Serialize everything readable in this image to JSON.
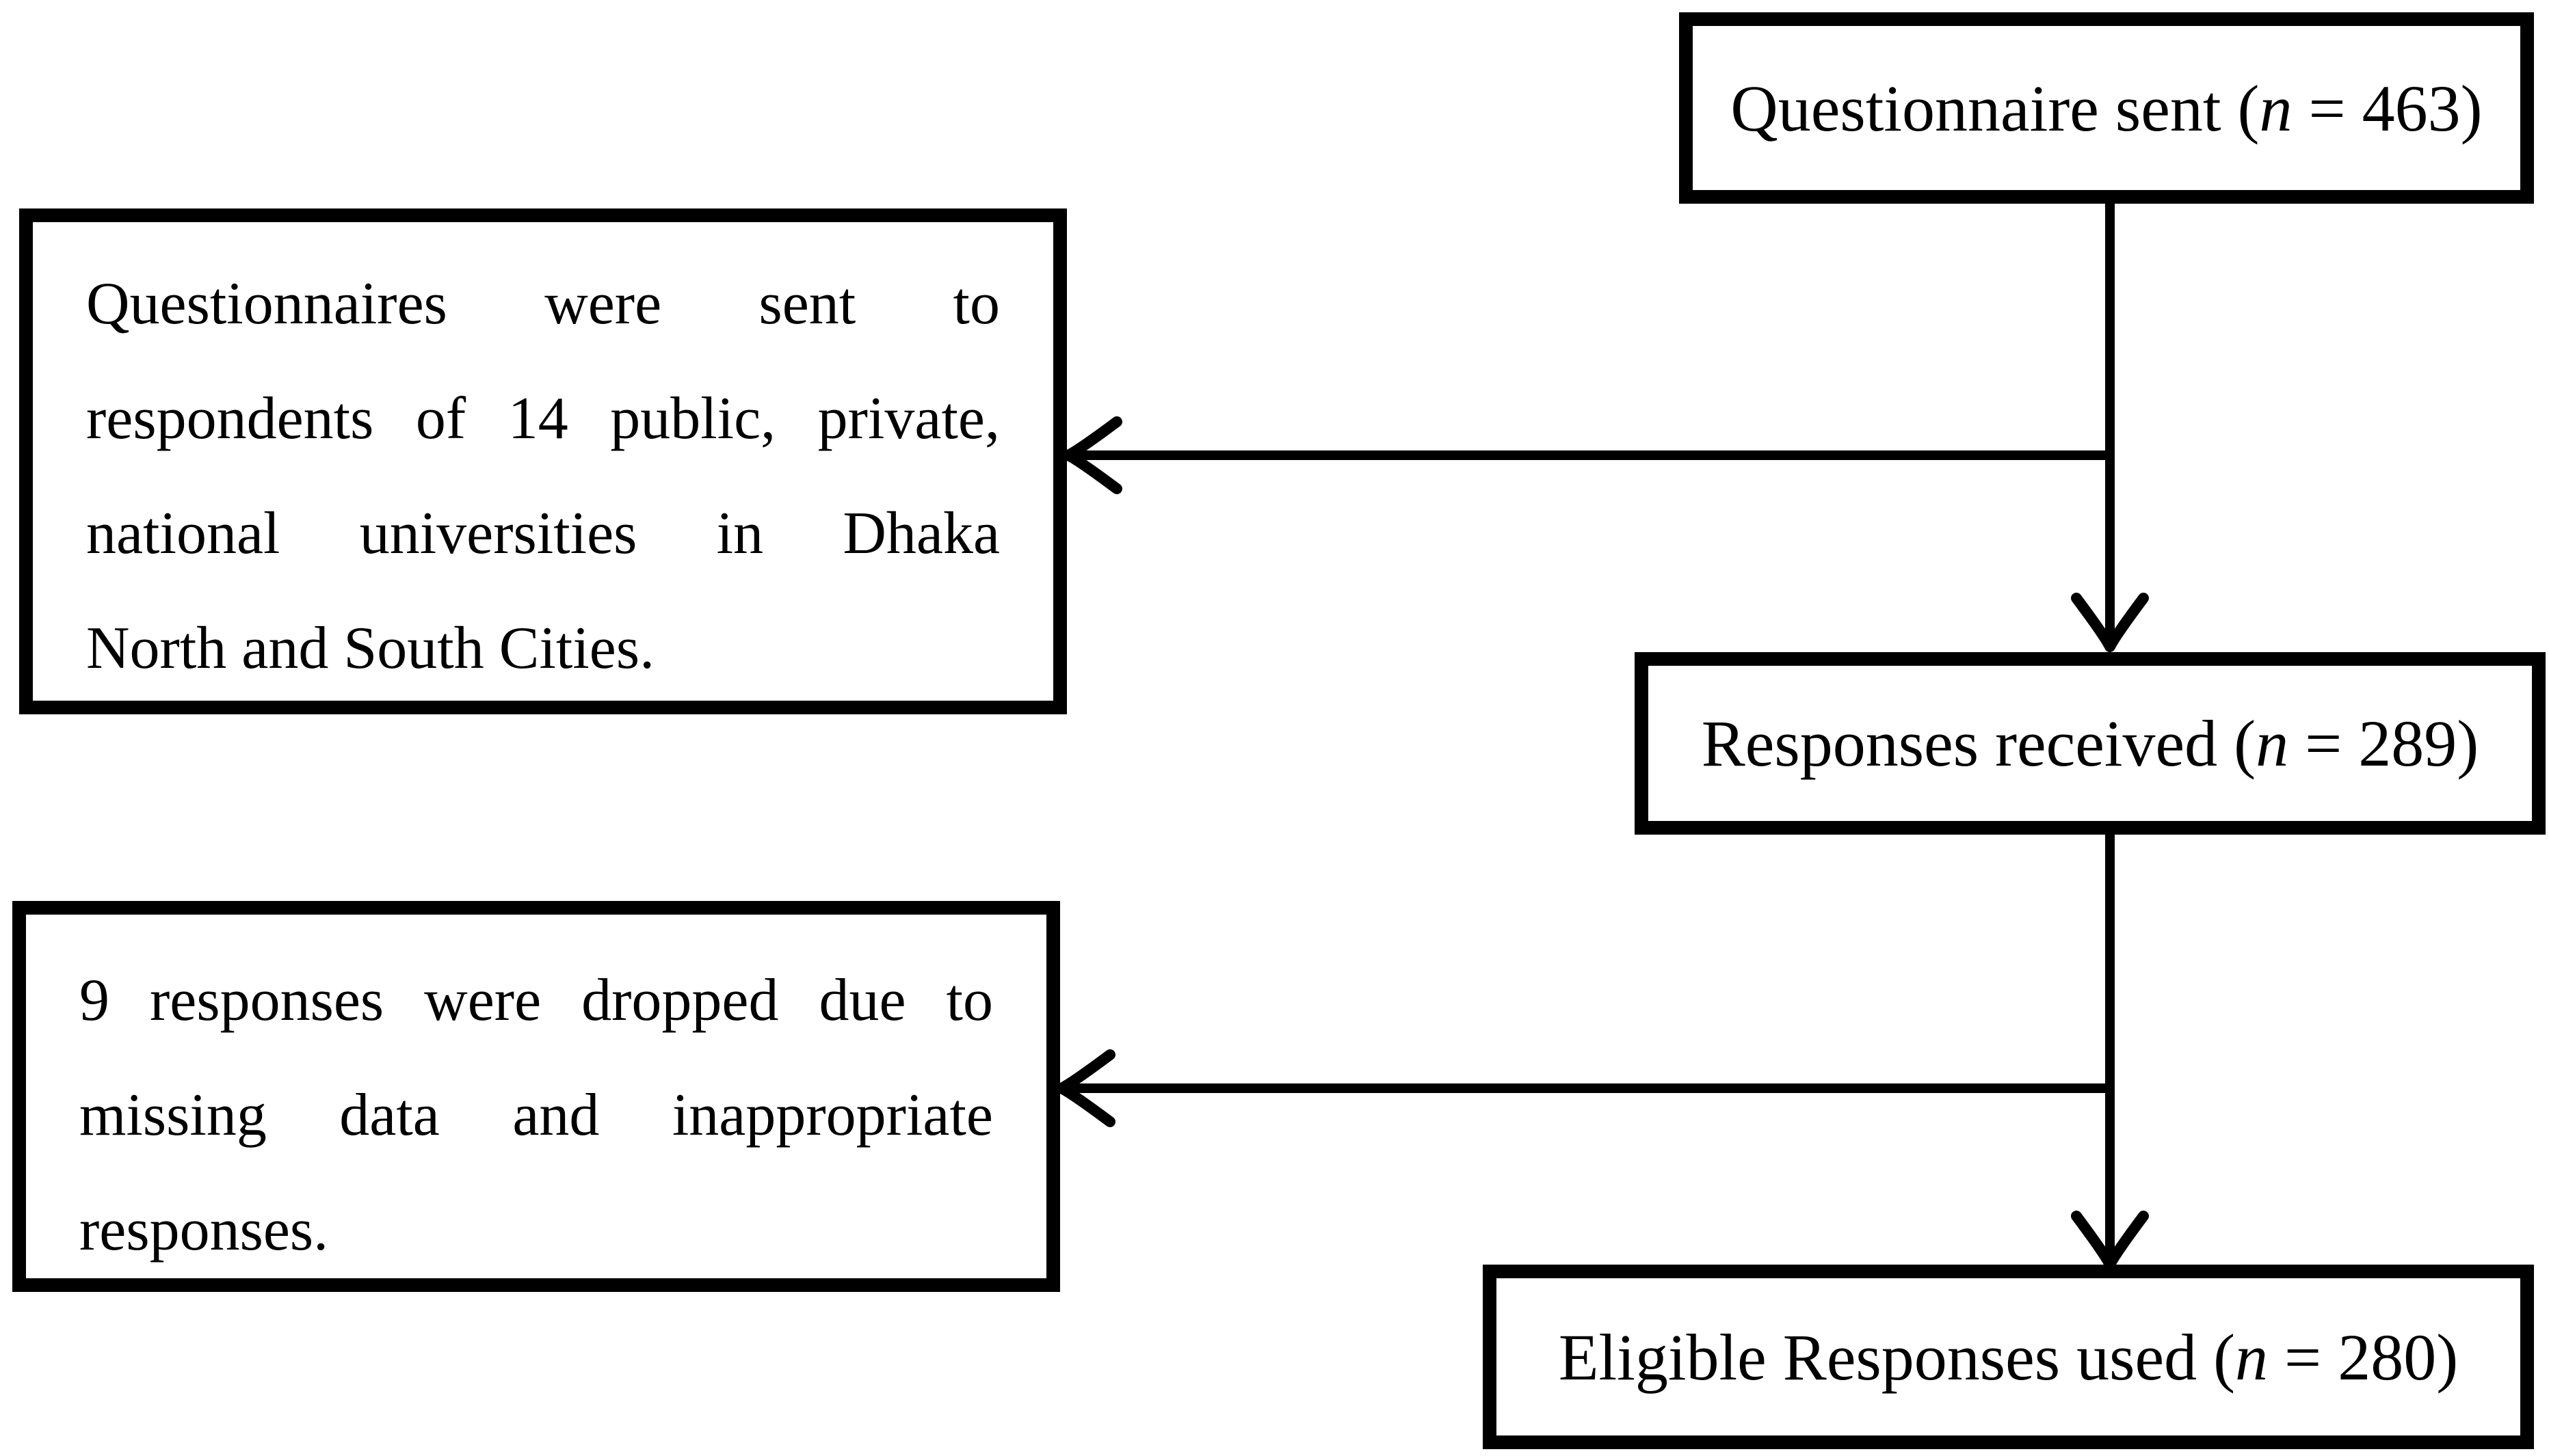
{
  "flowchart": {
    "colors": {
      "line": "#000000",
      "text": "#000000",
      "background": "#ffffff"
    },
    "nodes": {
      "questionnaire_sent": {
        "prefix": "Questionnaire sent (",
        "n_symbol": "n",
        "suffix": " = 463)",
        "n_value": 463
      },
      "sent_detail_note": {
        "lines": [
          "Questionnaires were sent to",
          "respondents of 14 public, private,",
          "national universities in Dhaka",
          "North and South Cities."
        ]
      },
      "responses_received": {
        "prefix": "Responses received (",
        "n_symbol": "n",
        "suffix": " = 289)",
        "n_value": 289
      },
      "dropped_note": {
        "lines": [
          "9 responses were dropped due to",
          "missing data and inappropriate",
          "responses."
        ]
      },
      "eligible_responses": {
        "prefix": "Eligible Responses used (",
        "n_symbol": "n",
        "suffix": " = 280)",
        "n_value": 280
      }
    }
  }
}
